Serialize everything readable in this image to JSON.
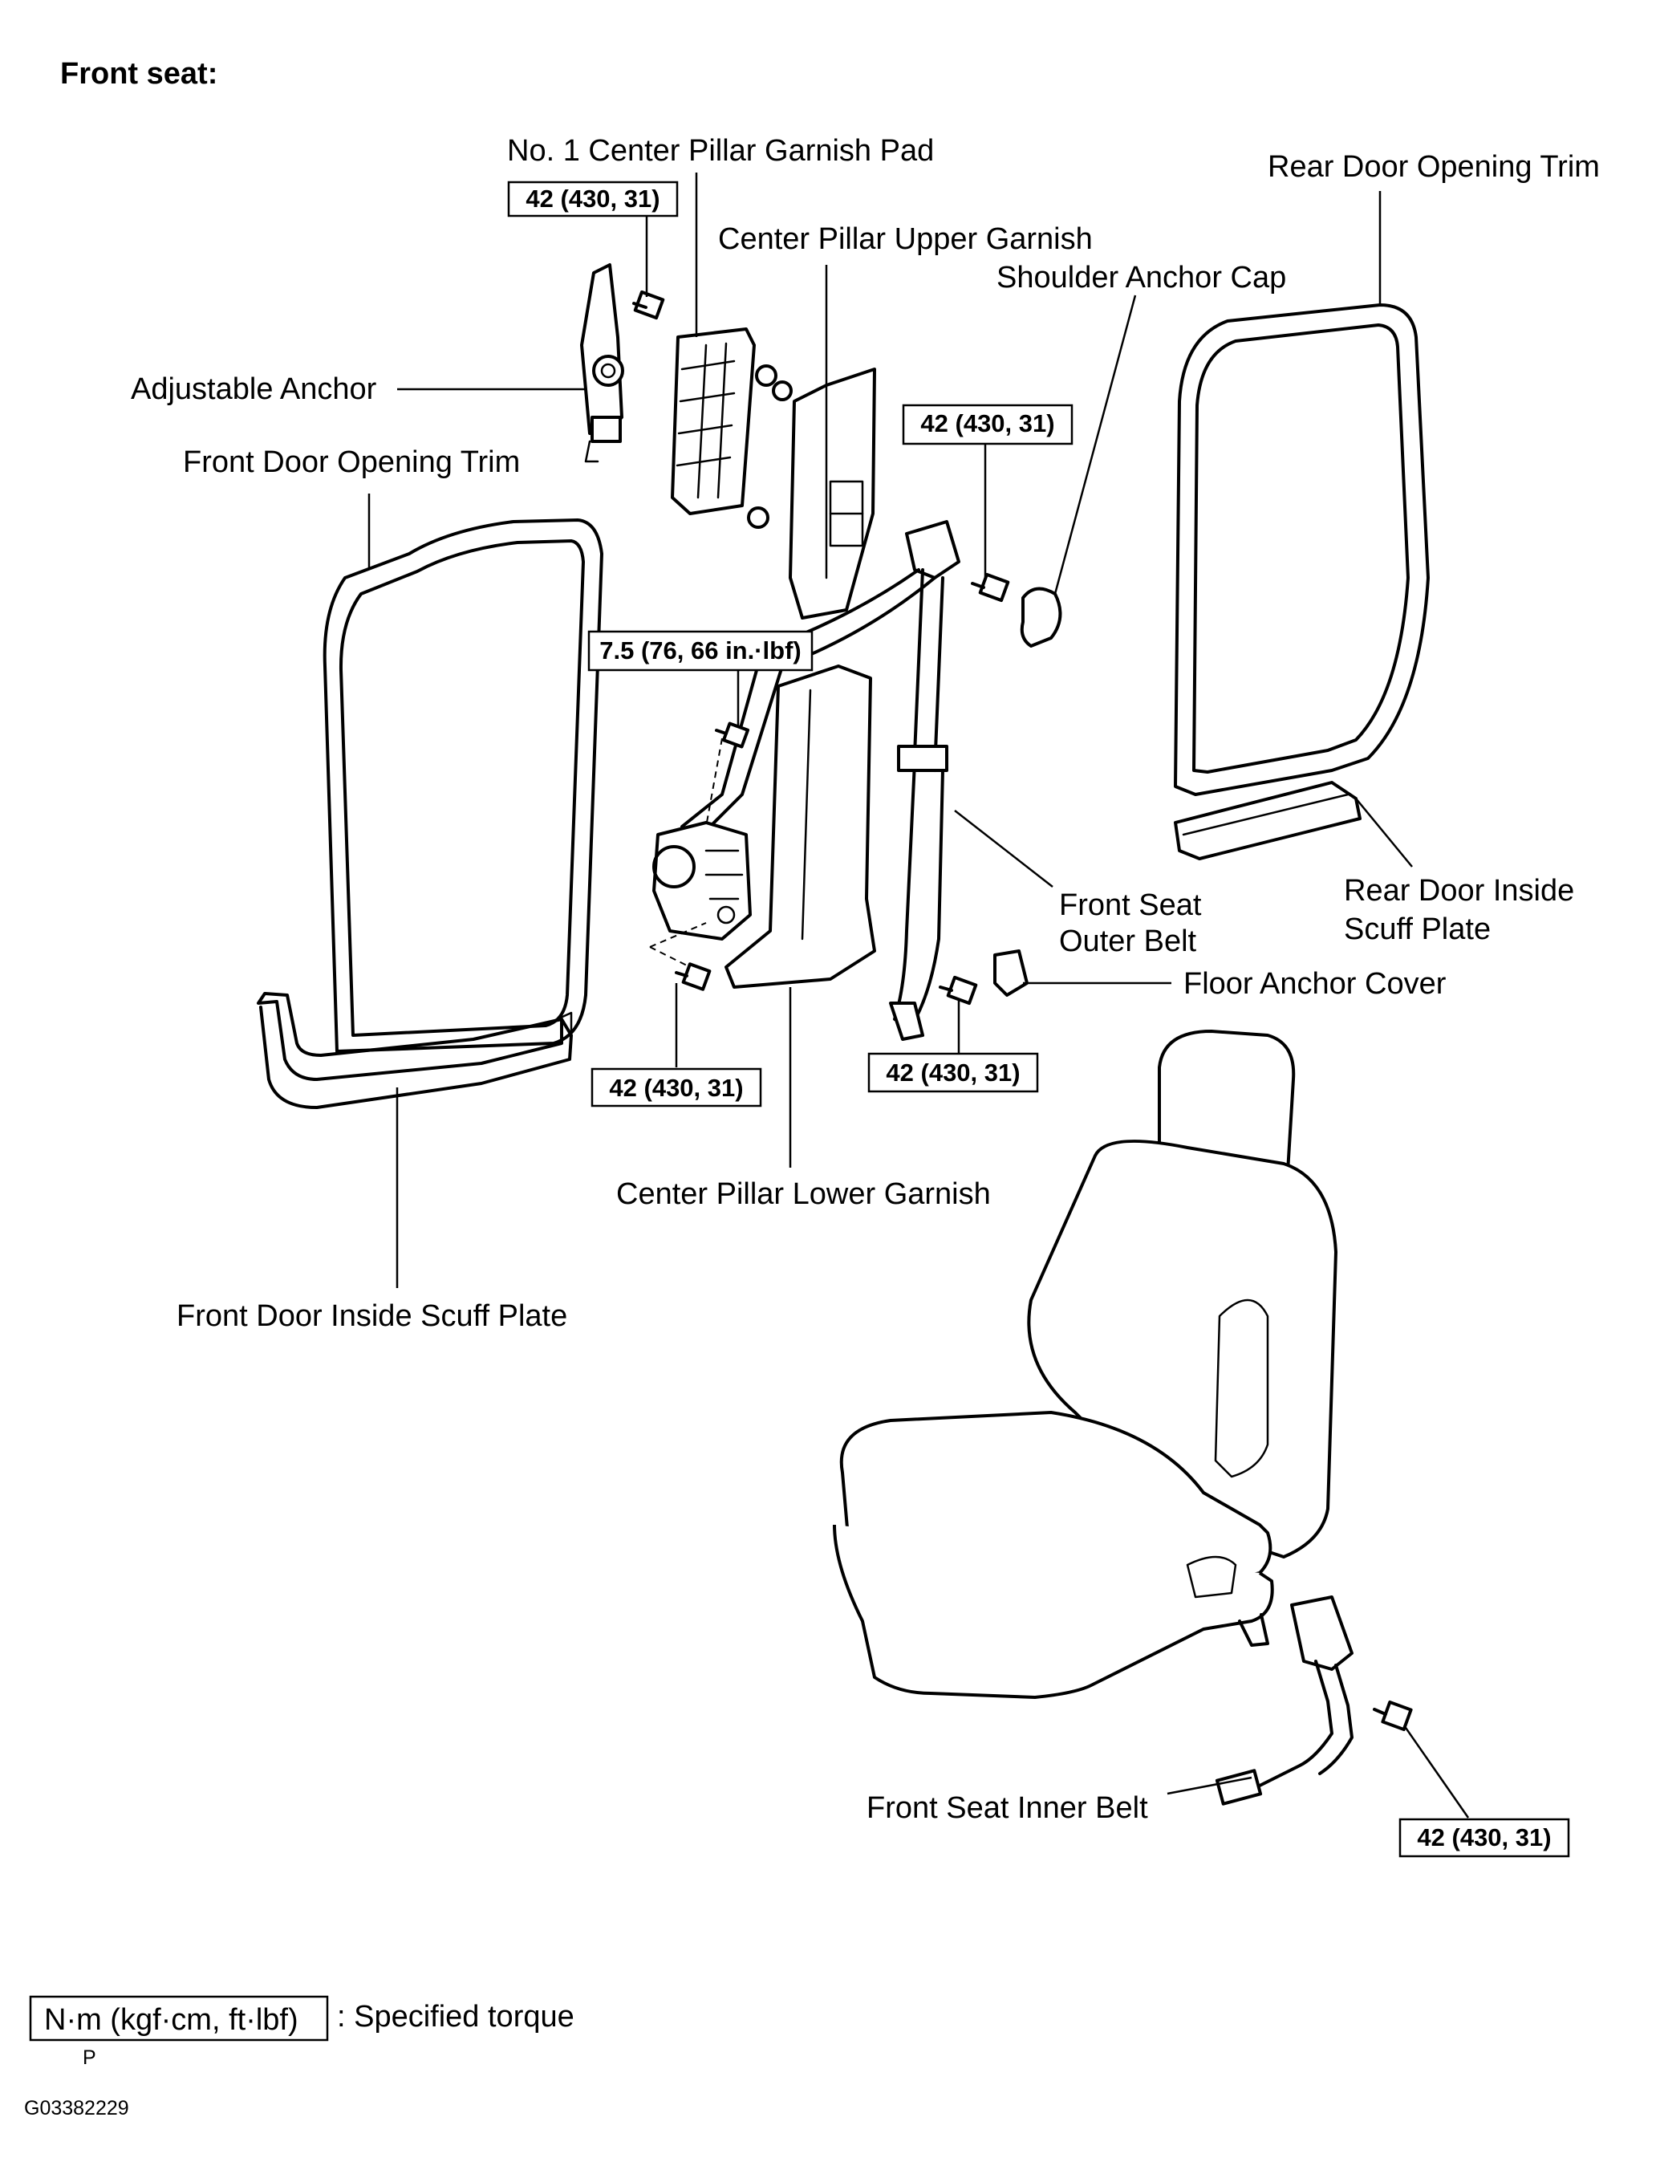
{
  "title": "Front seat:",
  "labels": {
    "no1_center_pillar_garnish_pad": "No. 1 Center Pillar Garnish Pad",
    "rear_door_opening_trim": "Rear Door Opening Trim",
    "center_pillar_upper_garnish": "Center Pillar Upper Garnish",
    "shoulder_anchor_cap": "Shoulder Anchor Cap",
    "adjustable_anchor": "Adjustable Anchor",
    "front_door_opening_trim": "Front Door Opening Trim",
    "front_seat_outer_belt_line1": "Front Seat",
    "front_seat_outer_belt_line2": "Outer Belt",
    "rear_door_inside_scuff_plate_line1": "Rear Door Inside",
    "rear_door_inside_scuff_plate_line2": "Scuff Plate",
    "floor_anchor_cover": "Floor Anchor Cover",
    "center_pillar_lower_garnish": "Center Pillar Lower Garnish",
    "front_door_inside_scuff_plate": "Front Door Inside Scuff Plate",
    "front_seat_inner_belt": "Front Seat Inner Belt"
  },
  "torque": {
    "adjustable_anchor": "42 (430, 31)",
    "shoulder_anchor": "42 (430, 31)",
    "retractor_upper": "7.5 (76, 66 in.·lbf)",
    "retractor_lower": "42 (430, 31)",
    "floor_anchor": "42 (430, 31)",
    "inner_belt": "42 (430, 31)"
  },
  "legend": {
    "unit": "N·m (kgf·cm, ft·lbf)",
    "description": ": Specified torque"
  },
  "footer": {
    "mark": "P",
    "code": "G03382229"
  }
}
